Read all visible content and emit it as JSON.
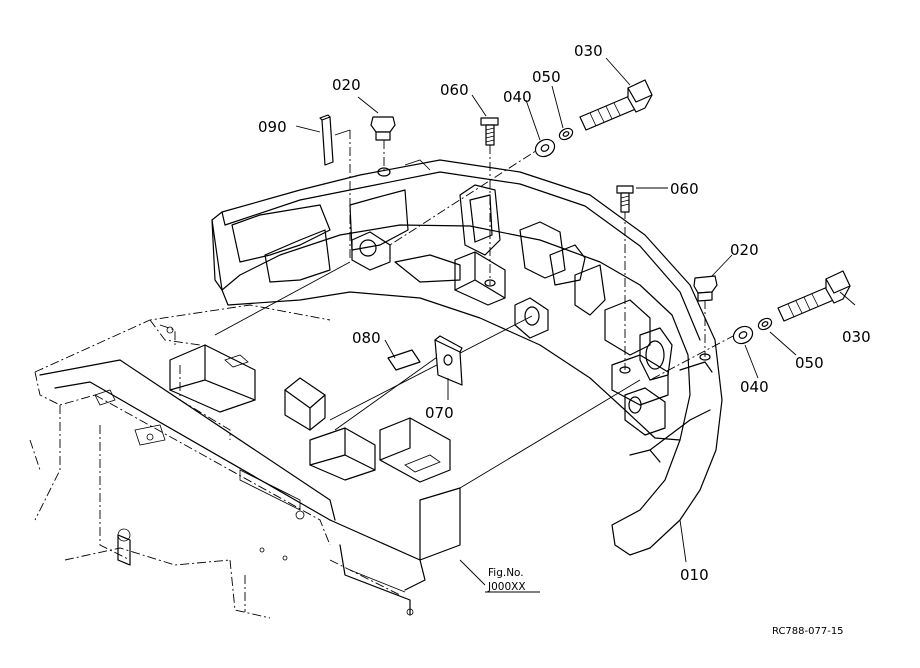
{
  "callouts": {
    "p010": "010",
    "p020_left": "020",
    "p020_right": "020",
    "p030_top": "030",
    "p030_right": "030",
    "p040_top": "040",
    "p040_right": "040",
    "p050_top": "050",
    "p050_right": "050",
    "p060_top": "060",
    "p060_right": "060",
    "p070": "070",
    "p080": "080",
    "p090": "090"
  },
  "figure_ref": {
    "line1": "Fig.No.",
    "line2": "J000XX"
  },
  "drawing_code": "RC788-077-15"
}
